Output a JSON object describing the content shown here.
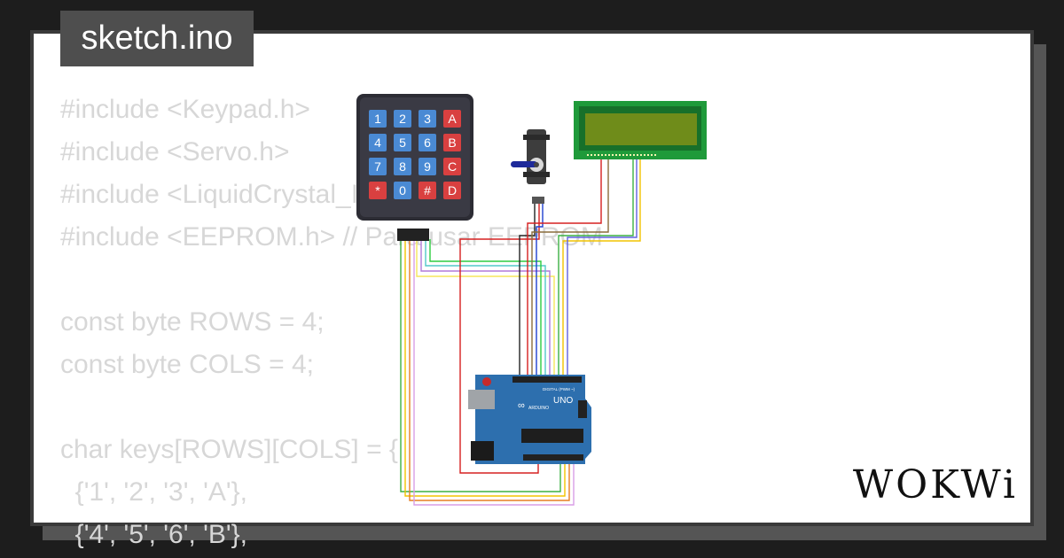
{
  "tab_label": "sketch.ino",
  "code_lines": [
    "#include <Keypad.h>",
    "#include <Servo.h>",
    "#include <LiquidCrystal_I2C.h>",
    "#include <EEPROM.h> // Para usar EEPROM",
    "",
    "const byte ROWS = 4;",
    "const byte COLS = 4;",
    "",
    "char keys[ROWS][COLS] = {",
    "  {'1', '2', '3', 'A'},",
    "  {'4', '5', '6', 'B'},"
  ],
  "keypad_keys": [
    "1",
    "2",
    "3",
    "A",
    "4",
    "5",
    "6",
    "B",
    "7",
    "8",
    "9",
    "C",
    "*",
    "0",
    "#",
    "D"
  ],
  "board_labels": {
    "model": "UNO",
    "brand": "ARDUINO",
    "digital": "DIGITAL (PWM ~)"
  },
  "logo": "WOKWi",
  "colors": {
    "background": "#1d1d1d",
    "card": "#ffffff",
    "code_text": "#d7d7d7",
    "tab_bg": "#4e4e4e",
    "lcd_board": "#1f9a3a",
    "lcd_screen": "#6f8c1a",
    "arduino": "#2d6fae",
    "keypad_body": "#2c2c34"
  },
  "icons": [
    "keypad-component",
    "servo-component",
    "lcd-component",
    "arduino-uno-component",
    "wokwi-logo"
  ]
}
